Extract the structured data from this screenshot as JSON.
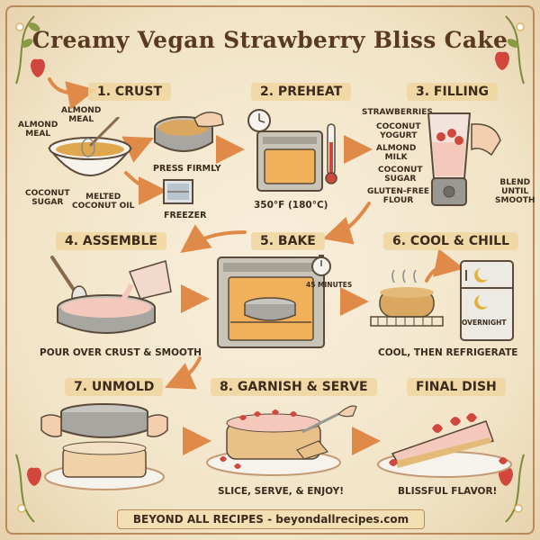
{
  "title": "Creamy Vegan Strawberry Bliss Cake",
  "steps": {
    "crust": {
      "title": "1. CRUST",
      "labels": {
        "almond_meal_left": "ALMOND\nMEAL",
        "almond_meal_top": "ALMOND\nMEAL",
        "coconut_sugar": "COCONUT\nSUGAR",
        "melted_coconut_oil": "MELTED\nCOCONUT OIL",
        "press_firmly": "PRESS FIRMLY",
        "freezer": "FREEZER"
      }
    },
    "preheat": {
      "title": "2. PREHEAT",
      "temperature": "350°F (180°C)"
    },
    "filling": {
      "title": "3. FILLING",
      "ingredients": [
        "STRAWBERRIES",
        "COCONUT\nYOGURT",
        "ALMOND\nMILK",
        "COCONUT\nSUGAR",
        "GLUTEN-FREE\nFLOUR"
      ],
      "blend": "BLEND\nUNTIL\nSMOOTH"
    },
    "assemble": {
      "title": "4. ASSEMBLE",
      "caption": "POUR OVER CRUST & SMOOTH"
    },
    "bake": {
      "title": "5. BAKE",
      "timer": "45 MINUTES"
    },
    "cool": {
      "title": "6. COOL & CHILL",
      "overnight": "OVERNIGHT",
      "caption": "COOL, THEN REFRIGERATE"
    },
    "unmold": {
      "title": "7. UNMOLD"
    },
    "garnish": {
      "title": "8. GARNISH & SERVE",
      "caption": "SLICE, SERVE, & ENJOY!"
    },
    "final": {
      "title": "FINAL DISH",
      "caption": "BLISSFUL FLAVOR!"
    }
  },
  "footer": "BEYOND ALL RECIPES - beyondallrecipes.com",
  "colors": {
    "background": "#f4e8cf",
    "ink": "#3c2a1c",
    "strawberry": "#d2473c",
    "cream": "#f4c9bb",
    "metal": "#9a9892",
    "crust": "#d9a760"
  }
}
